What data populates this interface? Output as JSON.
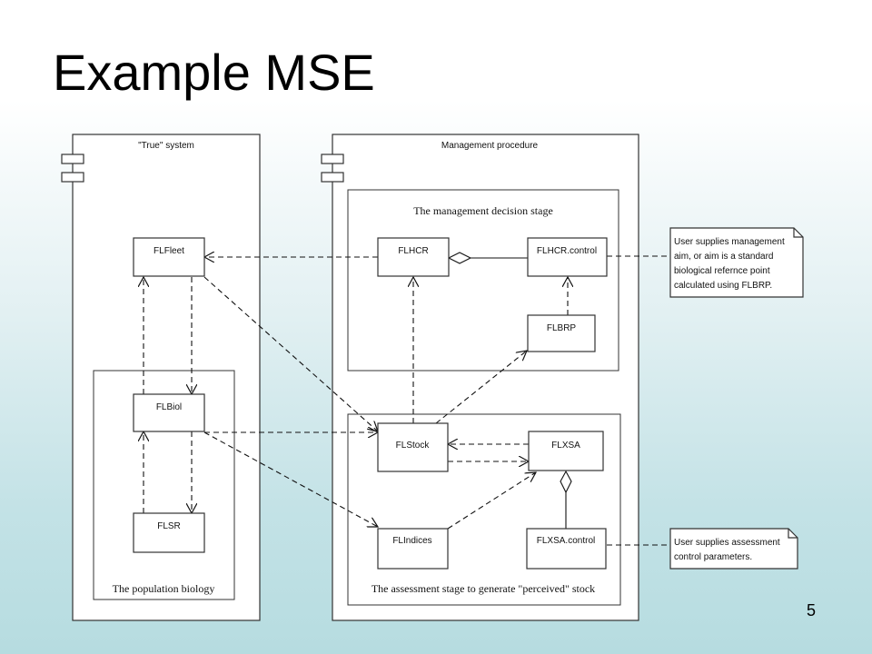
{
  "slide": {
    "title": "Example MSE",
    "page_number": "5"
  },
  "diagram": {
    "true_system": {
      "label": "\"True\" system",
      "population_biology": {
        "label": "The population biology",
        "classes": {
          "flfleet": "FLFleet",
          "flbiol": "FLBiol",
          "flsr": "FLSR"
        }
      }
    },
    "management_procedure": {
      "label": "Management procedure",
      "decision_stage": {
        "label": "The management decision stage",
        "classes": {
          "flhcr": "FLHCR",
          "flhcr_control": "FLHCR.control",
          "flbrp": "FLBRP"
        }
      },
      "assessment_stage": {
        "label": "The assessment stage to generate \"perceived\" stock",
        "classes": {
          "flstock": "FLStock",
          "flxsa": "FLXSA",
          "flindices": "FLIndices",
          "flxsa_control": "FLXSA.control"
        }
      }
    },
    "notes": {
      "management_aim": [
        "User supplies management",
        "aim, or aim is a standard",
        "biological refernce point",
        "calculated using FLBRP."
      ],
      "assessment_control": [
        "User supplies assessment",
        "control parameters."
      ]
    }
  }
}
